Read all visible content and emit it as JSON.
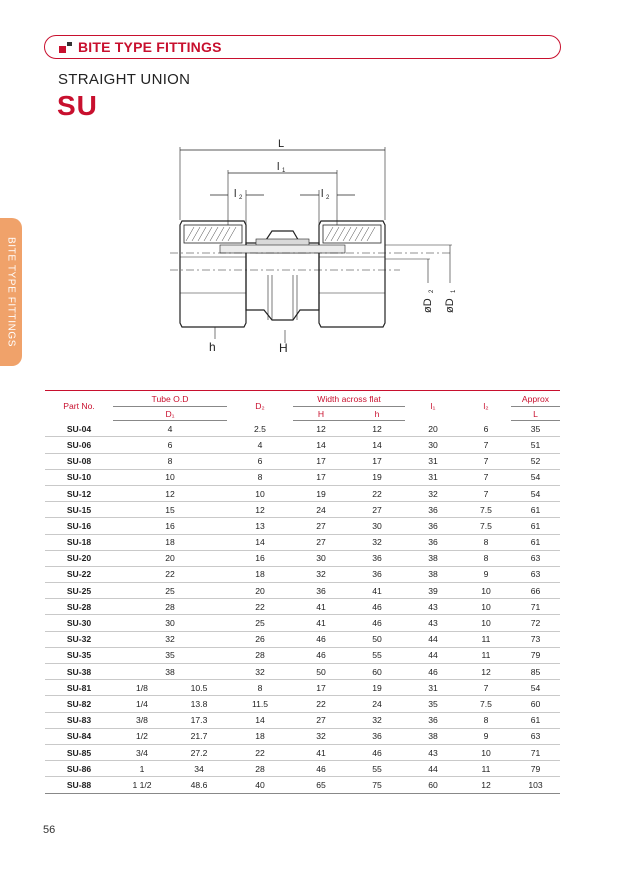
{
  "header": {
    "title": "BITE TYPE FITTINGS"
  },
  "subtitle": "STRAIGHT UNION",
  "code": "SU",
  "side_tab": "BITE TYPE FITTINGS",
  "diagram": {
    "labels": {
      "L": "L",
      "l1": "l",
      "l1_sub": "1",
      "l2a": "l",
      "l2a_sub": "2",
      "l2b": "l",
      "l2b_sub": "2",
      "h": "h",
      "H": "H",
      "D2": "øD",
      "D2_sub": "2",
      "D1": "øD",
      "D1_sub": "1"
    }
  },
  "table": {
    "head": {
      "part_no": "Part No.",
      "tube_od": "Tube O.D",
      "d1": "D₁",
      "d2": "D₂",
      "waf": "Width across flat",
      "H": "H",
      "h": "h",
      "l1": "l₁",
      "l2": "l₂",
      "approx": "Approx",
      "L": "L"
    },
    "metric": [
      {
        "part": "SU-04",
        "d1": "4",
        "d2": "2.5",
        "H": "12",
        "h": "12",
        "l1": "20",
        "l2": "6",
        "L": "35"
      },
      {
        "part": "SU-06",
        "d1": "6",
        "d2": "4",
        "H": "14",
        "h": "14",
        "l1": "30",
        "l2": "7",
        "L": "51"
      },
      {
        "part": "SU-08",
        "d1": "8",
        "d2": "6",
        "H": "17",
        "h": "17",
        "l1": "31",
        "l2": "7",
        "L": "52"
      },
      {
        "part": "SU-10",
        "d1": "10",
        "d2": "8",
        "H": "17",
        "h": "19",
        "l1": "31",
        "l2": "7",
        "L": "54"
      },
      {
        "part": "SU-12",
        "d1": "12",
        "d2": "10",
        "H": "19",
        "h": "22",
        "l1": "32",
        "l2": "7",
        "L": "54"
      },
      {
        "part": "SU-15",
        "d1": "15",
        "d2": "12",
        "H": "24",
        "h": "27",
        "l1": "36",
        "l2": "7.5",
        "L": "61"
      },
      {
        "part": "SU-16",
        "d1": "16",
        "d2": "13",
        "H": "27",
        "h": "30",
        "l1": "36",
        "l2": "7.5",
        "L": "61"
      },
      {
        "part": "SU-18",
        "d1": "18",
        "d2": "14",
        "H": "27",
        "h": "32",
        "l1": "36",
        "l2": "8",
        "L": "61"
      },
      {
        "part": "SU-20",
        "d1": "20",
        "d2": "16",
        "H": "30",
        "h": "36",
        "l1": "38",
        "l2": "8",
        "L": "63"
      },
      {
        "part": "SU-22",
        "d1": "22",
        "d2": "18",
        "H": "32",
        "h": "36",
        "l1": "38",
        "l2": "9",
        "L": "63"
      },
      {
        "part": "SU-25",
        "d1": "25",
        "d2": "20",
        "H": "36",
        "h": "41",
        "l1": "39",
        "l2": "10",
        "L": "66"
      },
      {
        "part": "SU-28",
        "d1": "28",
        "d2": "22",
        "H": "41",
        "h": "46",
        "l1": "43",
        "l2": "10",
        "L": "71"
      },
      {
        "part": "SU-30",
        "d1": "30",
        "d2": "25",
        "H": "41",
        "h": "46",
        "l1": "43",
        "l2": "10",
        "L": "72"
      },
      {
        "part": "SU-32",
        "d1": "32",
        "d2": "26",
        "H": "46",
        "h": "50",
        "l1": "44",
        "l2": "11",
        "L": "73"
      },
      {
        "part": "SU-35",
        "d1": "35",
        "d2": "28",
        "H": "46",
        "h": "55",
        "l1": "44",
        "l2": "11",
        "L": "79"
      },
      {
        "part": "SU-38",
        "d1": "38",
        "d2": "32",
        "H": "50",
        "h": "60",
        "l1": "46",
        "l2": "12",
        "L": "85"
      }
    ],
    "imperial": [
      {
        "part": "SU-81",
        "inch": "1/8",
        "mm": "10.5",
        "d2": "8",
        "H": "17",
        "h": "19",
        "l1": "31",
        "l2": "7",
        "L": "54"
      },
      {
        "part": "SU-82",
        "inch": "1/4",
        "mm": "13.8",
        "d2": "11.5",
        "H": "22",
        "h": "24",
        "l1": "35",
        "l2": "7.5",
        "L": "60"
      },
      {
        "part": "SU-83",
        "inch": "3/8",
        "mm": "17.3",
        "d2": "14",
        "H": "27",
        "h": "32",
        "l1": "36",
        "l2": "8",
        "L": "61"
      },
      {
        "part": "SU-84",
        "inch": "1/2",
        "mm": "21.7",
        "d2": "18",
        "H": "32",
        "h": "36",
        "l1": "38",
        "l2": "9",
        "L": "63"
      },
      {
        "part": "SU-85",
        "inch": "3/4",
        "mm": "27.2",
        "d2": "22",
        "H": "41",
        "h": "46",
        "l1": "43",
        "l2": "10",
        "L": "71"
      },
      {
        "part": "SU-86",
        "inch": "1",
        "mm": "34",
        "d2": "28",
        "H": "46",
        "h": "55",
        "l1": "44",
        "l2": "11",
        "L": "79"
      },
      {
        "part": "SU-88",
        "inch": "1 1/2",
        "mm": "48.6",
        "d2": "40",
        "H": "65",
        "h": "75",
        "l1": "60",
        "l2": "12",
        "L": "103"
      }
    ]
  },
  "page_number": "56",
  "colors": {
    "brand_red": "#c8102e",
    "tab_orange": "#f0a26a"
  }
}
